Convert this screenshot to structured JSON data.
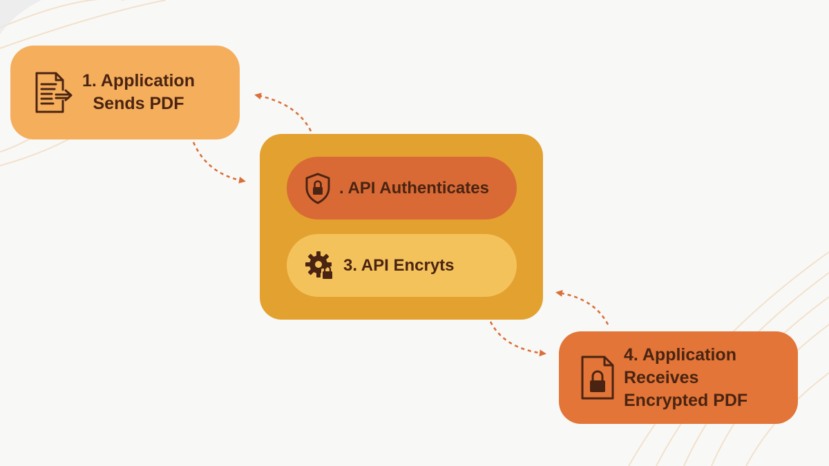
{
  "colors": {
    "background": "#f8f8f7",
    "step1_fill": "#f5ae5c",
    "group_fill": "#e3a12f",
    "step2_fill": "#d96a35",
    "step3_fill": "#f4c25b",
    "step4_fill": "#e27537",
    "text": "#4a2412",
    "arrow": "#d9703a"
  },
  "steps": [
    {
      "id": "step1",
      "label": "1. Application\nSends PDF",
      "icon": "document-send-icon"
    },
    {
      "id": "step2",
      "label": ". API Authenticates",
      "icon": "shield-lock-icon"
    },
    {
      "id": "step3",
      "label": "3. API Encryts",
      "icon": "gear-lock-icon"
    },
    {
      "id": "step4",
      "label": "4. Application Receives\nEncrypted PDF",
      "icon": "document-lock-icon"
    }
  ]
}
